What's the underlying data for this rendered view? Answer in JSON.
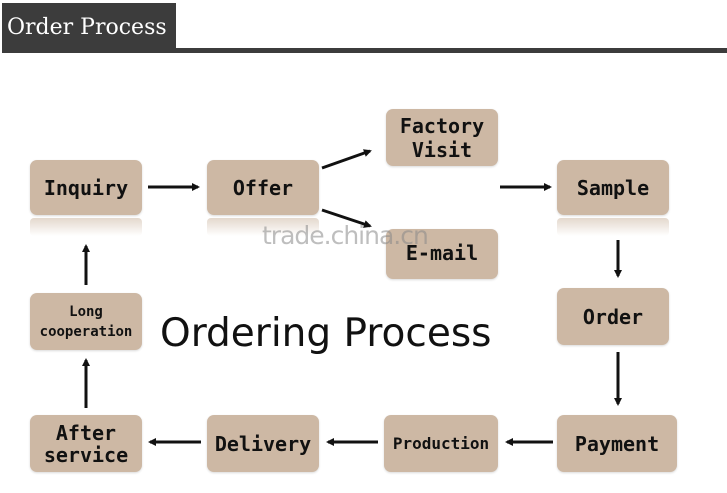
{
  "header": {
    "title": "Order Process"
  },
  "diagram": {
    "title": "Ordering Process",
    "watermark": "trade.china.cn",
    "nodes": {
      "inquiry": "Inquiry",
      "offer": "Offer",
      "factory_visit": "Factory\nVisit",
      "e_mail": "E-mail",
      "sample": "Sample",
      "order": "Order",
      "payment": "Payment",
      "production": "Production",
      "delivery": "Delivery",
      "after_service": "After\nservice",
      "long_cooperation": "Long\ncooperation"
    }
  },
  "colors": {
    "node_fill": "#cdb8a4",
    "header_fill": "#3c3c3c",
    "arrow": "#111111"
  }
}
